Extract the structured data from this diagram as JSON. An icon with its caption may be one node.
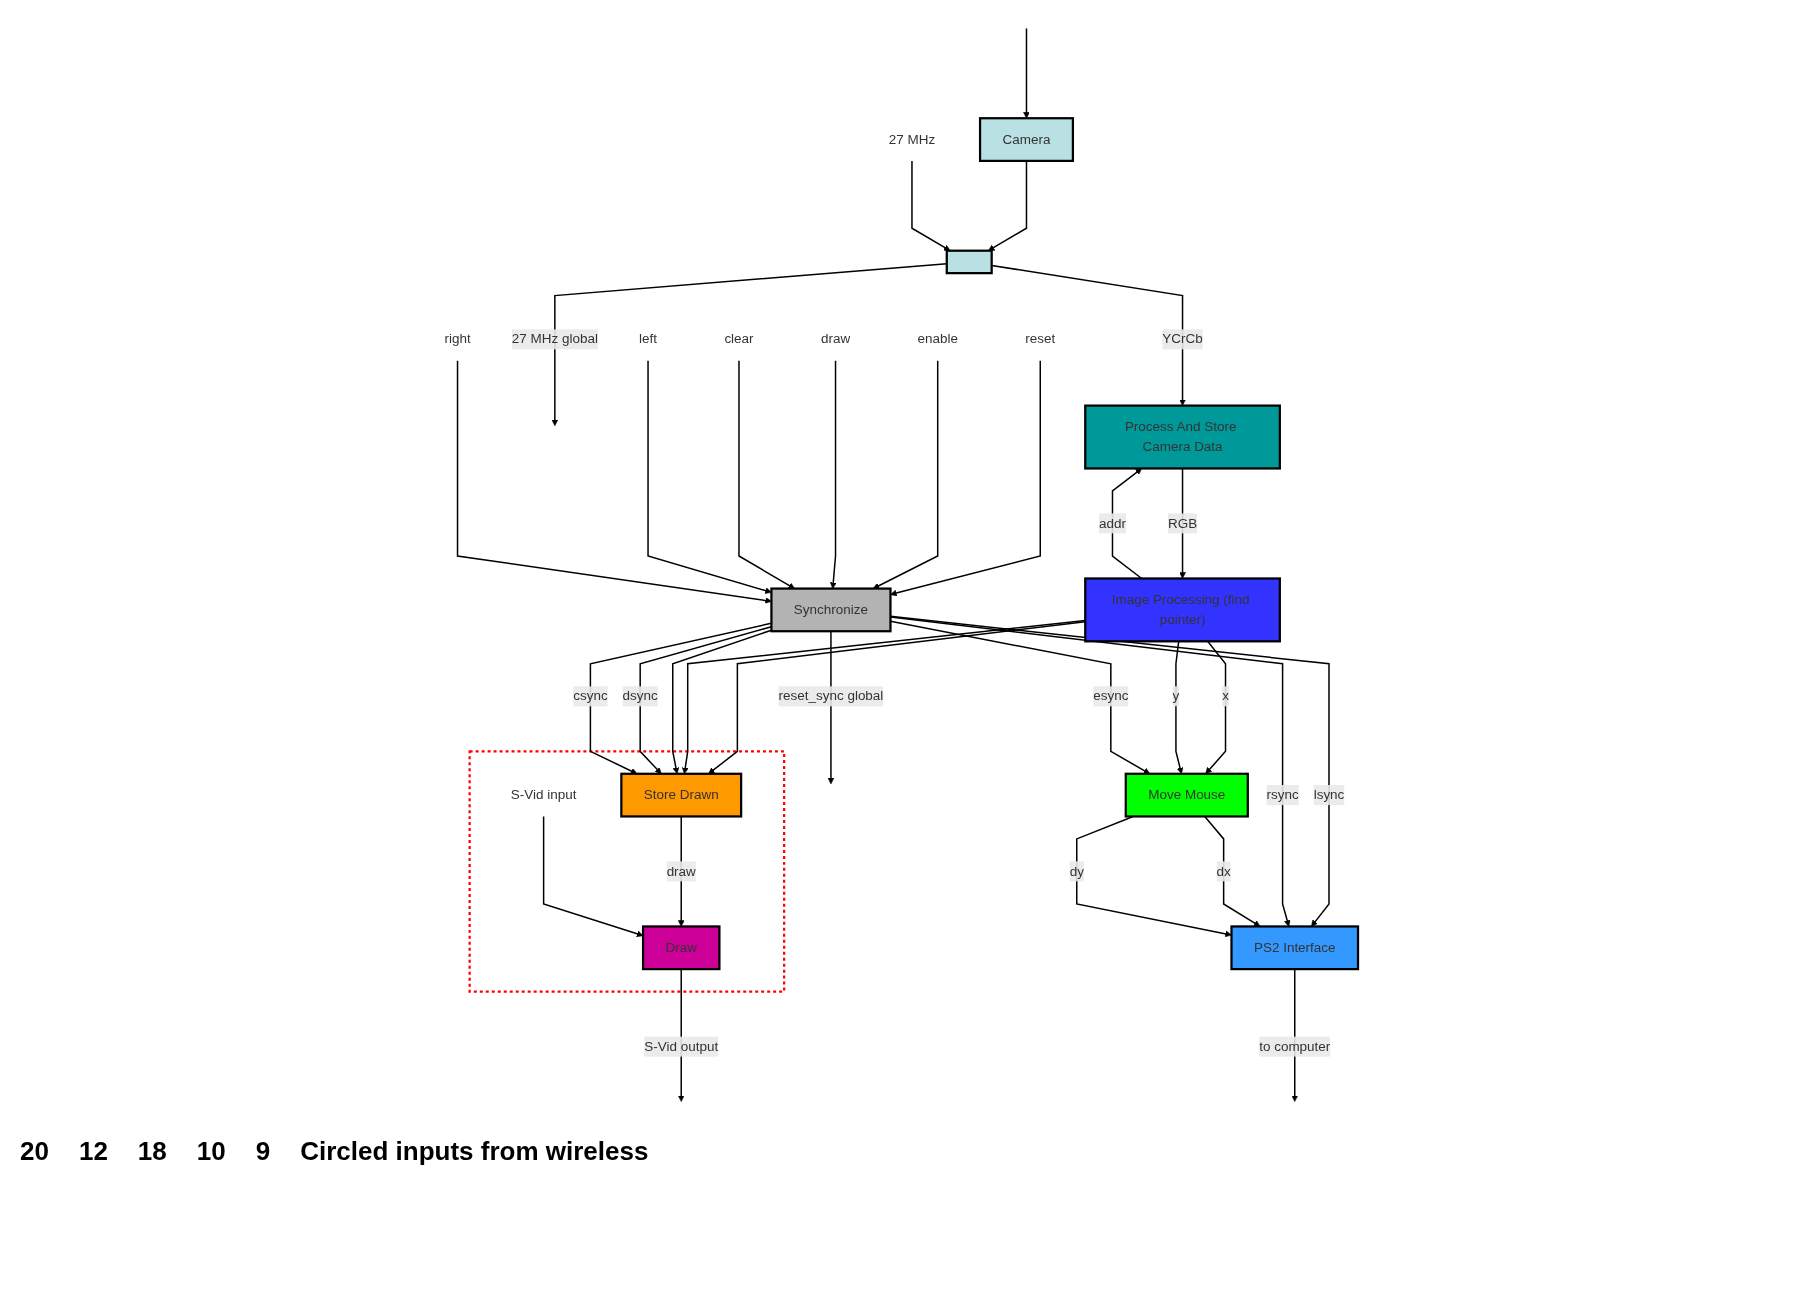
{
  "diagram": {
    "nodes": [
      {
        "text": [
          "Camera"
        ]
      },
      {
        "text": [],
        "shape": "box"
      },
      {
        "text": [
          "27 MHz"
        ]
      },
      {
        "text": [
          "Process And Store Camera Data"
        ]
      },
      {
        "text": [
          "Image Processing (find pointer)"
        ]
      },
      {
        "text": [
          "reset"
        ]
      },
      {
        "text": [
          "enable"
        ]
      },
      {
        "text": [
          "draw"
        ]
      },
      {
        "text": [
          "clear"
        ]
      },
      {
        "text": [
          "left"
        ]
      },
      {
        "text": [
          "right"
        ]
      },
      {
        "text": [
          "Synchronize"
        ]
      },
      {
        "text": [
          "Move Mouse"
        ]
      },
      {
        "text": [],
        "shape": "box"
      },
      {
        "text": [
          "Store Drawn"
        ],
        "in": 13
      },
      {
        "text": [
          "S-Vid input"
        ],
        "in": 13
      },
      {
        "text": [
          "Draw"
        ],
        "in": 13
      },
      {
        "text": [
          "PS2 Interface"
        ]
      }
    ],
    "edges": [
      {
        "from": null,
        "to": 0,
        "arrow": "to"
      },
      {
        "from": 0,
        "to": 1,
        "arrow": "to"
      },
      {
        "from": 2,
        "to": 1,
        "arrow": "to"
      },
      {
        "from": 1,
        "to": 3,
        "arrow": "to",
        "label": "YCrCb"
      },
      {
        "from": 1,
        "to": null,
        "arrow": "to",
        "label": "27 MHz global"
      },
      {
        "from": 3,
        "to": 4,
        "arrow": "to",
        "label": "RGB"
      },
      {
        "from": 4,
        "to": 3,
        "arrow": "to",
        "label": "addr"
      },
      {
        "from": 4,
        "to": 12,
        "arrow": "to",
        "label": "x"
      },
      {
        "from": 4,
        "to": 12,
        "arrow": "to",
        "label": "y"
      },
      {
        "from": 4,
        "to": 14,
        "arrow": "to"
      },
      {
        "from": 4,
        "to": 14,
        "arrow": "to"
      },
      {
        "from": 5,
        "to": 11,
        "arrow": "to"
      },
      {
        "from": 6,
        "to": 11,
        "arrow": "to"
      },
      {
        "from": 7,
        "to": 11,
        "arrow": "to"
      },
      {
        "from": 8,
        "to": 11,
        "arrow": "to"
      },
      {
        "from": 9,
        "to": 11,
        "arrow": "to"
      },
      {
        "from": 10,
        "to": 11,
        "arrow": "to"
      },
      {
        "from": 11,
        "to": null,
        "arrow": "to",
        "label": "reset_sync global"
      },
      {
        "from": 11,
        "to": 12,
        "arrow": "to",
        "label": "esync"
      },
      {
        "from": 11,
        "to": 14,
        "arrow": "to"
      },
      {
        "from": 11,
        "to": 14,
        "arrow": "to",
        "label": "dsync"
      },
      {
        "from": 11,
        "to": 14,
        "arrow": "to",
        "label": "csync"
      },
      {
        "from": 11,
        "to": 17,
        "arrow": "to",
        "label": "lsync"
      },
      {
        "from": 11,
        "to": 17,
        "arrow": "to",
        "label": "rsync"
      },
      {
        "from": 14,
        "to": 16,
        "arrow": "to",
        "label": "draw"
      },
      {
        "from": 15,
        "to": 16,
        "arrow": "to"
      },
      {
        "from": 16,
        "to": null,
        "arrow": "to",
        "label": "S-Vid output"
      },
      {
        "from": 12,
        "to": 17,
        "arrow": "to",
        "label": "dx"
      },
      {
        "from": 12,
        "to": 17,
        "arrow": "to",
        "label": "dy"
      },
      {
        "from": 17,
        "to": null,
        "arrow": "to",
        "label": "to computer"
      }
    ],
    "labels": [
      "20",
      "12",
      "18",
      "10",
      "9",
      "Circled inputs from wireless"
    ]
  }
}
